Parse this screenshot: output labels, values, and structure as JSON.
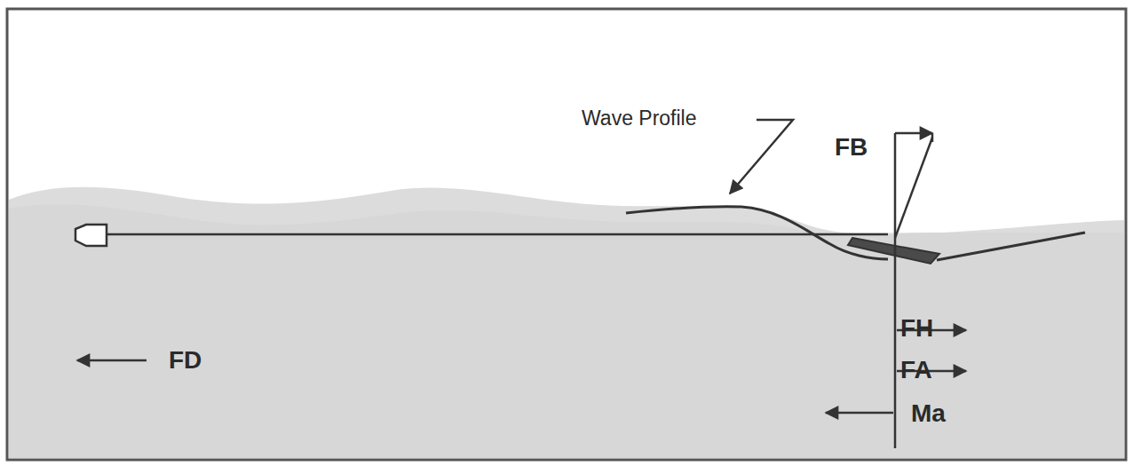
{
  "diagram": {
    "labels": [
      "Wave Profile",
      "FB",
      "FH",
      "FA",
      "Ma",
      "FD"
    ]
  }
}
